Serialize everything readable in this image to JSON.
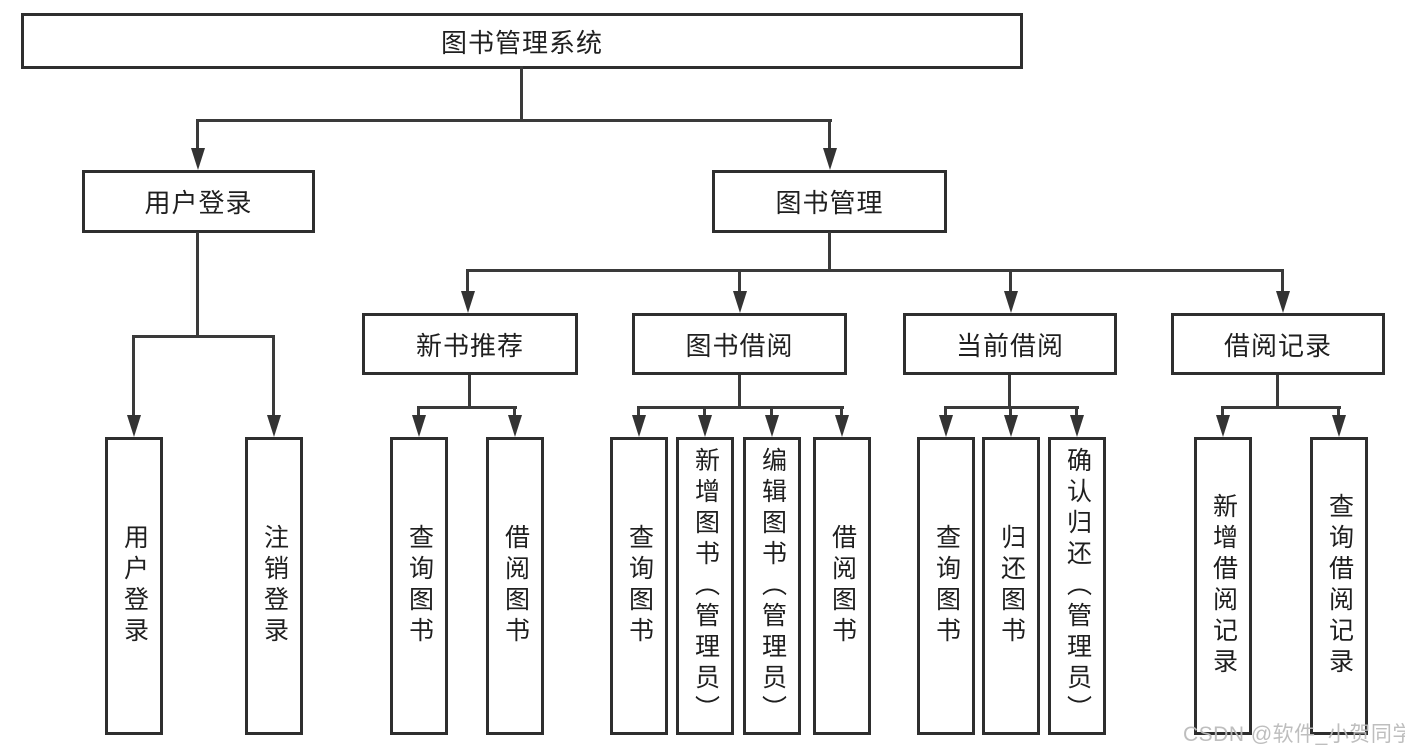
{
  "diagram": {
    "title": "图书管理系统",
    "level2": [
      {
        "label": "用户登录"
      },
      {
        "label": "图书管理"
      }
    ],
    "level3": [
      {
        "label": "新书推荐",
        "parent": "图书管理"
      },
      {
        "label": "图书借阅",
        "parent": "图书管理"
      },
      {
        "label": "当前借阅",
        "parent": "图书管理"
      },
      {
        "label": "借阅记录",
        "parent": "图书管理"
      }
    ],
    "leaves": [
      {
        "label": "用户登录",
        "parent": "用户登录"
      },
      {
        "label": "注销登录",
        "parent": "用户登录"
      },
      {
        "label": "查询图书",
        "parent": "新书推荐"
      },
      {
        "label": "借阅图书",
        "parent": "新书推荐"
      },
      {
        "label": "查询图书",
        "parent": "图书借阅"
      },
      {
        "label": "新增图书（管理员）",
        "parent": "图书借阅"
      },
      {
        "label": "编辑图书（管理员）",
        "parent": "图书借阅"
      },
      {
        "label": "借阅图书",
        "parent": "图书借阅"
      },
      {
        "label": "查询图书",
        "parent": "当前借阅"
      },
      {
        "label": "归还图书",
        "parent": "当前借阅"
      },
      {
        "label": "确认归还（管理员）",
        "parent": "当前借阅"
      },
      {
        "label": "新增借阅记录",
        "parent": "借阅记录"
      },
      {
        "label": "查询借阅记录",
        "parent": "借阅记录"
      }
    ],
    "colors": {
      "line": "#3a3a3a",
      "border": "#2e2e2e",
      "text": "#1f1f1f"
    }
  },
  "watermark": {
    "text": "CSDN @软件_小贺同学"
  }
}
